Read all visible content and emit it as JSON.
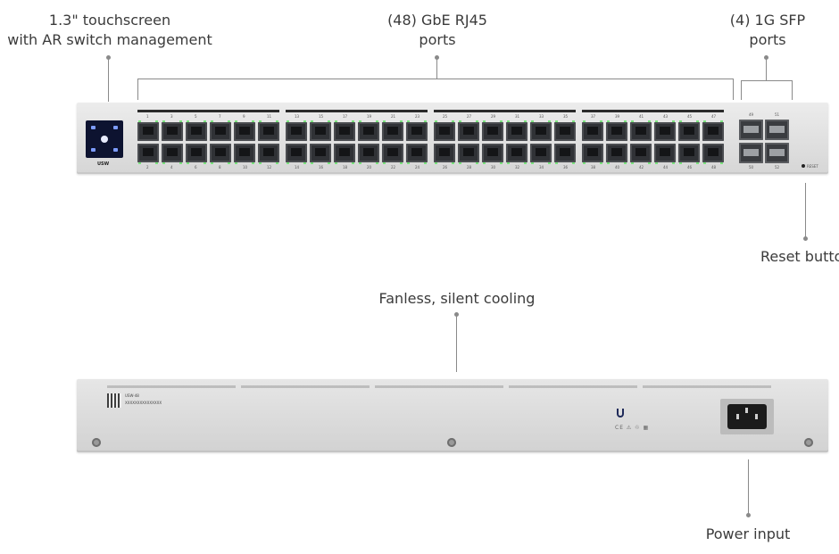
{
  "callouts": {
    "touchscreen": {
      "line1": "1.3\" touchscreen",
      "line2": "with AR switch management"
    },
    "rj45": {
      "line1": "(48) GbE RJ45",
      "line2": "ports"
    },
    "sfp": {
      "line1": "(4) 1G SFP",
      "line2": "ports"
    },
    "reset": {
      "text": "Reset butto"
    },
    "cooling": {
      "text": "Fanless, silent cooling"
    },
    "power": {
      "text": "Power input"
    }
  },
  "front_panel": {
    "model_label": "USW",
    "reset_label": "RESET",
    "led_color": "#7be27e",
    "top_port_numbers": [
      "1",
      "3",
      "5",
      "7",
      "9",
      "11",
      "13",
      "15",
      "17",
      "19",
      "21",
      "23",
      "25",
      "27",
      "29",
      "31",
      "33",
      "35",
      "37",
      "39",
      "41",
      "43",
      "45",
      "47"
    ],
    "bottom_port_numbers": [
      "2",
      "4",
      "6",
      "8",
      "10",
      "12",
      "14",
      "16",
      "18",
      "20",
      "22",
      "24",
      "26",
      "28",
      "30",
      "32",
      "34",
      "36",
      "38",
      "40",
      "42",
      "44",
      "46",
      "48"
    ],
    "sfp_numbers_top": [
      "49",
      "51"
    ],
    "sfp_numbers_bottom": [
      "50",
      "52"
    ]
  },
  "rear_panel": {
    "label_model": "USW-48",
    "label_text": "XXXXXXXXXXXXXXX"
  },
  "icons": {
    "touchscreen": "touchscreen-icon",
    "brand_logo": "ubiquiti-logo-icon",
    "power_socket": "iec-power-socket-icon"
  }
}
